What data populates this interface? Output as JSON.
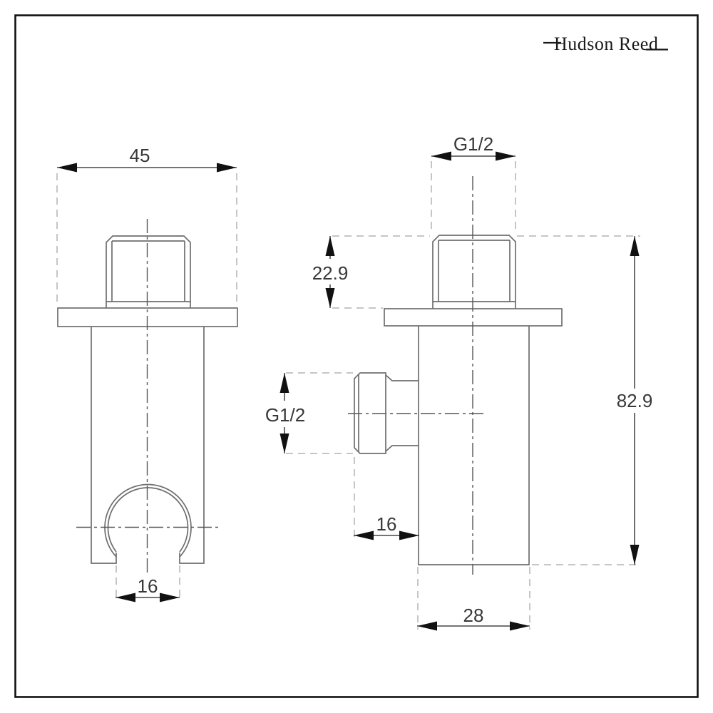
{
  "brand": {
    "logo_text": "Hudson Reed"
  },
  "views": {
    "front": {
      "width_mm": "45",
      "holder_opening_mm": "16"
    },
    "side": {
      "top_thread": "G1/2",
      "thread_length_mm": "22.9",
      "overall_height_mm": "82.9",
      "side_thread": "G1/2",
      "outlet_projection_mm": "16",
      "body_diameter_mm": "28"
    }
  },
  "colors": {
    "background": "#ffffff",
    "frame": "#111111",
    "part_line": "#6e6e6e",
    "center_line": "#565656",
    "extension_line": "#b4b4b4",
    "dimension_line": "#222222",
    "text": "#383838",
    "logo": "#1a1a1a"
  }
}
